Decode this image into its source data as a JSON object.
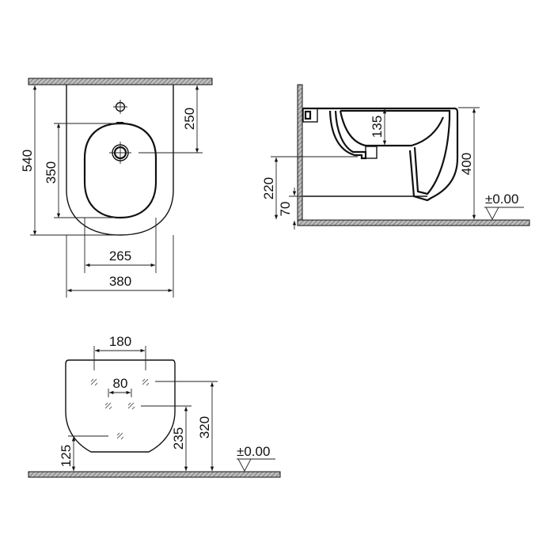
{
  "drawing": {
    "subject": "wall-hung bidet technical dimension drawing",
    "units": "mm",
    "colors": {
      "line": "#111111",
      "hatch": "#777777",
      "background": "#ffffff"
    },
    "top_view": {
      "dimensions": {
        "overall_depth": "540",
        "bowl_depth": "350",
        "tap_hole_to_drain": "250",
        "bowl_width": "265",
        "overall_width": "380"
      }
    },
    "side_view": {
      "dimensions": {
        "bowl_depth": "135",
        "rim_height": "400",
        "drain_height": "220",
        "base_clearance": "70"
      },
      "floor_level": "±0.00"
    },
    "rear_view": {
      "dimensions": {
        "fixing_spacing_upper": "180",
        "fixing_spacing_middle": "80",
        "upper_fixing_height": "320",
        "middle_fixing_height": "235",
        "waste_height": "125"
      },
      "floor_level": "±0.00"
    }
  }
}
